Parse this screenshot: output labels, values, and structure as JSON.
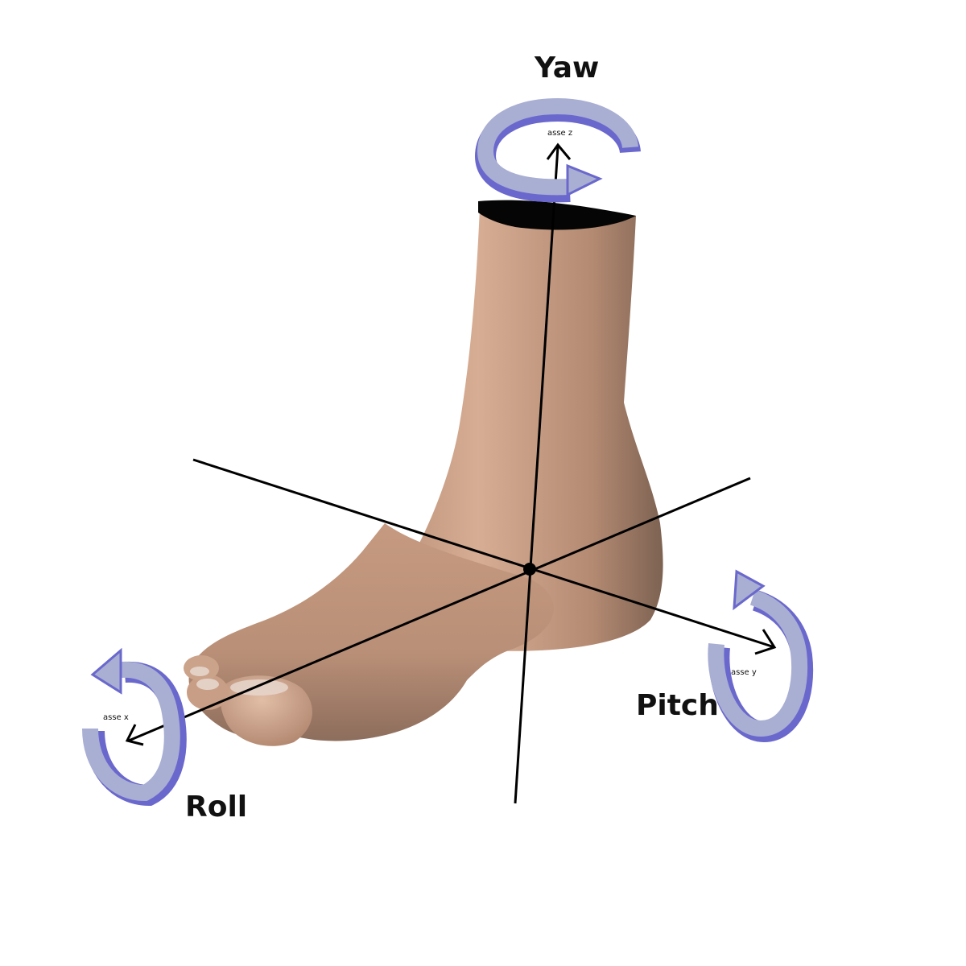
{
  "labels": {
    "yaw": "Yaw",
    "pitch": "Pitch",
    "roll": "Roll",
    "axis_z": "asse z",
    "axis_y": "asse y",
    "axis_x": "asse x"
  },
  "colors": {
    "arrow_fill": "#a9aed3",
    "arrow_edge": "#6a68cc",
    "skin": "#c79b82",
    "axis_line": "#000000"
  }
}
